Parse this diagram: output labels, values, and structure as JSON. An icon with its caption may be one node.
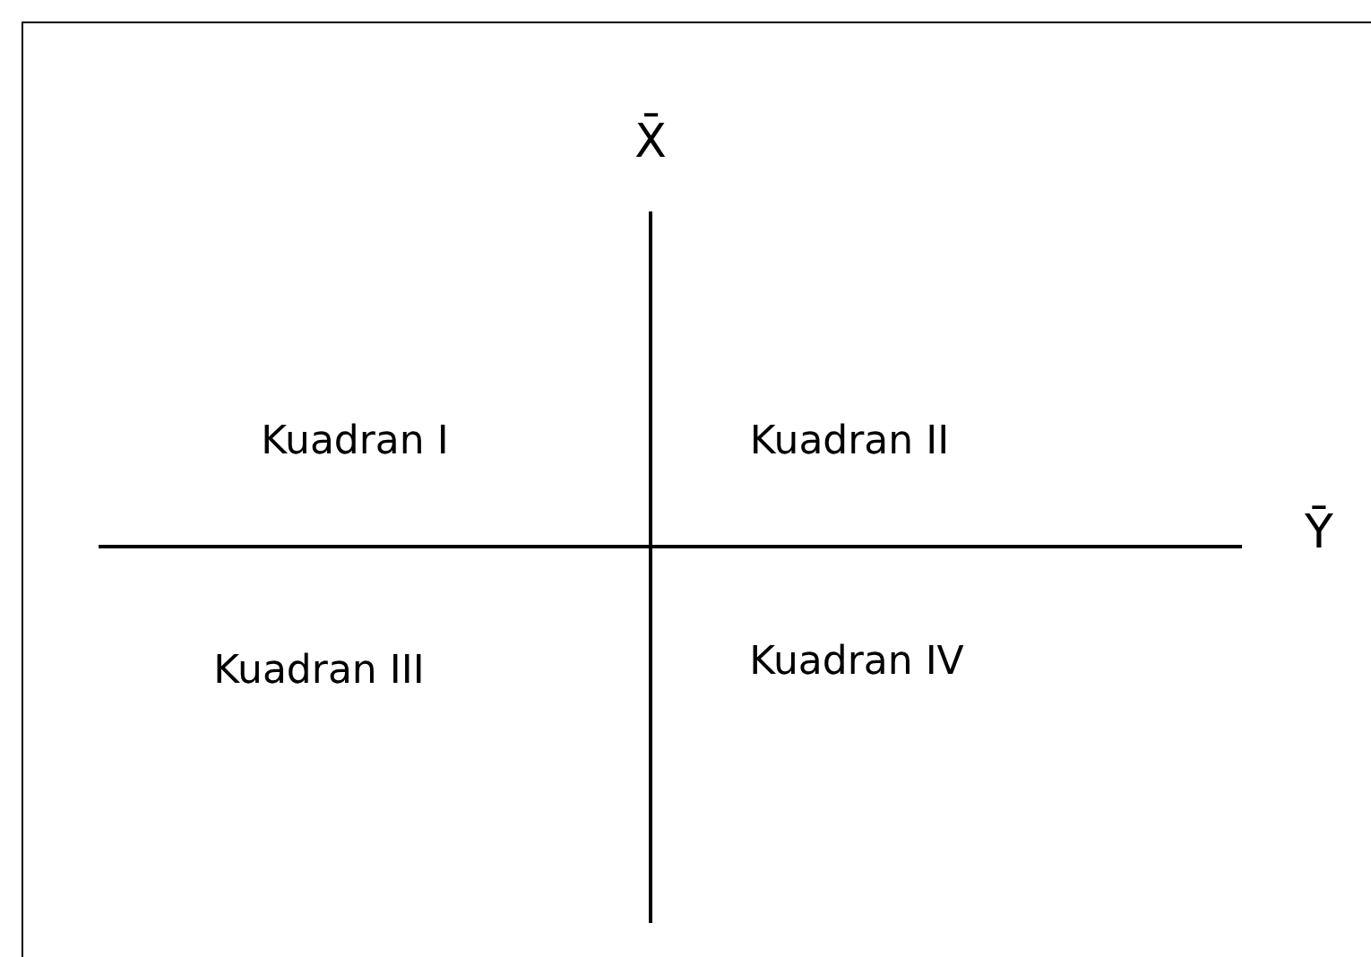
{
  "diagram": {
    "labels": [
      "X̄",
      "Kuadran I",
      "Kuadran II",
      "Ȳ",
      "Kuadran III",
      "Kuadran IV"
    ]
  }
}
